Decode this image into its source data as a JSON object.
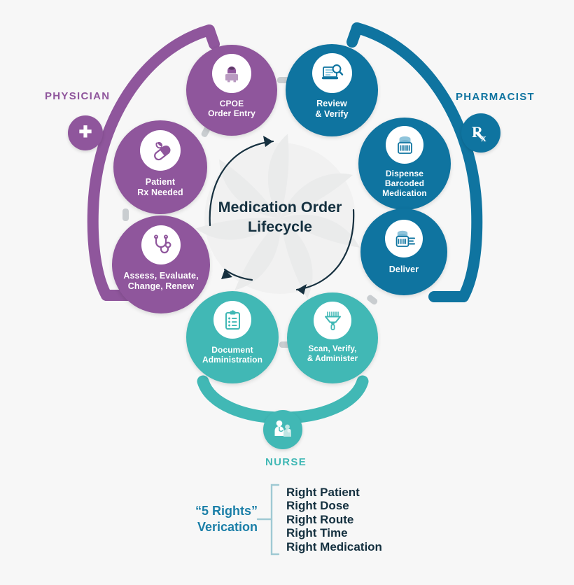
{
  "diagram": {
    "center_title_line1": "Medication Order",
    "center_title_line2": "Lifecycle",
    "background": "#f7f7f7",
    "watermark": "pinwheel-swirl"
  },
  "colors": {
    "purple": "#8f569c",
    "blue": "#0f74a0",
    "teal": "#41b8b5",
    "dark_text": "#14303f",
    "nub_gray": "#c9cdd0",
    "arrow": "#16303f"
  },
  "roles": [
    {
      "id": "physician",
      "label": "PHYSICIAN",
      "icon": "medical-cross-icon",
      "color": "#8f569c"
    },
    {
      "id": "pharmacist",
      "label": "PHARMACIST",
      "icon": "rx-symbol-icon",
      "color": "#0f74a0"
    },
    {
      "id": "nurse",
      "label": "NURSE",
      "icon": "nurse-patient-icon",
      "color": "#41b8b5"
    }
  ],
  "nodes": [
    {
      "id": "cpoe",
      "role": "physician",
      "icon": "computer-person-icon",
      "line1": "CPOE",
      "line2": "Order Entry",
      "line3": ""
    },
    {
      "id": "patient",
      "role": "physician",
      "icon": "pills-capsule-icon",
      "line1": "Patient",
      "line2": "Rx Needed",
      "line3": ""
    },
    {
      "id": "assess",
      "role": "physician",
      "icon": "stethoscope-icon",
      "line1": "Assess, Evaluate,",
      "line2": "Change, Renew",
      "line3": ""
    },
    {
      "id": "review",
      "role": "pharmacist",
      "icon": "document-search-icon",
      "line1": "Review",
      "line2": "& Verify",
      "line3": ""
    },
    {
      "id": "dispense",
      "role": "pharmacist",
      "icon": "barcoded-bottle-icon",
      "line1": "Dispense",
      "line2": "Barcoded",
      "line3": "Medication"
    },
    {
      "id": "deliver",
      "role": "pharmacist",
      "icon": "bottle-motion-icon",
      "line1": "Deliver",
      "line2": "",
      "line3": ""
    },
    {
      "id": "document",
      "role": "nurse",
      "icon": "clipboard-checklist-icon",
      "line1": "Document",
      "line2": "Administration",
      "line3": ""
    },
    {
      "id": "scan",
      "role": "nurse",
      "icon": "barcode-scanner-icon",
      "line1": "Scan, Verify,",
      "line2": "& Administer",
      "line3": ""
    }
  ],
  "five_rights": {
    "label_line1": "“5 Rights”",
    "label_line2": "Verication",
    "items": [
      "Right Patient",
      "Right Dose",
      "Right Route",
      "Right Time",
      "Right Medication"
    ]
  }
}
